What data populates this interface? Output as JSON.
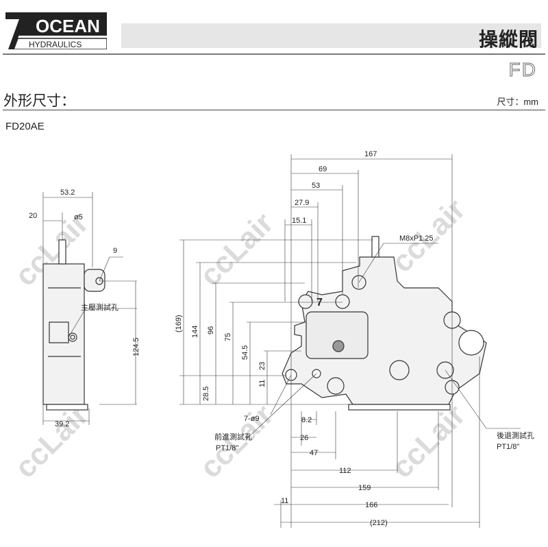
{
  "header": {
    "brand": "OCEAN",
    "brand_sub": "HYDRAULICS",
    "brand_mark": "7",
    "title": "操縱閥",
    "series": "FD"
  },
  "section": {
    "title": "外形尺寸：",
    "unit": "尺寸：mm",
    "model": "FD20AE"
  },
  "watermark": "ccLair",
  "side_view": {
    "dims": {
      "width_top": "53.2",
      "offset": "20",
      "pin_dia": "ø5",
      "hole": "9",
      "height": "124.5",
      "bottom": "39.2"
    },
    "port_label": "主壓測試孔"
  },
  "front_view": {
    "top_dims": {
      "overall": "167",
      "d69": "69",
      "d53": "53",
      "d27_9": "27.9",
      "d15_1": "15.1"
    },
    "thread": "M8xP1.25",
    "vert_dims": {
      "overall": "(169)",
      "d144": "144",
      "d96": "96",
      "d75": "75",
      "d54_5": "54.5",
      "d23": "23",
      "d11": "11",
      "d28_5": "28.5"
    },
    "bottom_dims": {
      "holes": "7-ø9",
      "d8_2": "8.2",
      "d26": "26",
      "d47": "47",
      "d112": "112",
      "d159": "159",
      "d166": "166",
      "d11": "11",
      "overall": "(212)"
    },
    "forward_port": {
      "label": "前進測試孔",
      "thread": "PT1/8\""
    },
    "reverse_port": {
      "label": "後退測試孔",
      "thread": "PT1/8\""
    }
  }
}
